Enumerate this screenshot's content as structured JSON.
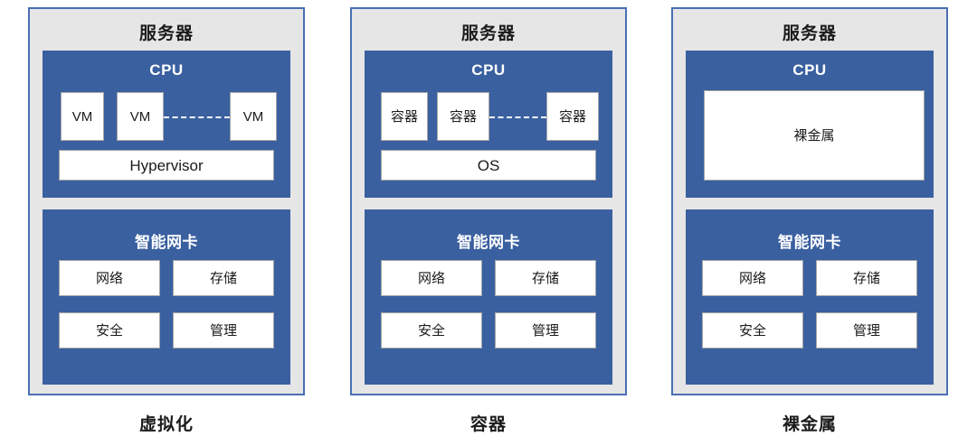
{
  "diagram": {
    "title_text_color": "#1b1b1b",
    "accent_blue": "#3A60A0",
    "border_blue": "#4A6FB5",
    "panel_fill": "#E6E6E6",
    "panels": [
      {
        "id": "virtualization",
        "server_label": "服务器",
        "cpu_label": "CPU",
        "workloads": [
          "VM",
          "VM",
          "VM"
        ],
        "runtime_label": "Hypervisor",
        "nic_label": "智能网卡",
        "nic_functions": [
          "网络",
          "存储",
          "安全",
          "管理"
        ],
        "caption": "虚拟化",
        "connector": "dashed"
      },
      {
        "id": "container",
        "server_label": "服务器",
        "cpu_label": "CPU",
        "workloads": [
          "容器",
          "容器",
          "容器"
        ],
        "runtime_label": "OS",
        "nic_label": "智能网卡",
        "nic_functions": [
          "网络",
          "存储",
          "安全",
          "管理"
        ],
        "caption": "容器",
        "connector": "dashed"
      },
      {
        "id": "bare-metal",
        "server_label": "服务器",
        "cpu_label": "CPU",
        "workloads": [
          "裸金属"
        ],
        "runtime_label": "",
        "nic_label": "智能网卡",
        "nic_functions": [
          "网络",
          "存储",
          "安全",
          "管理"
        ],
        "caption": "裸金属",
        "connector": "none"
      }
    ]
  }
}
